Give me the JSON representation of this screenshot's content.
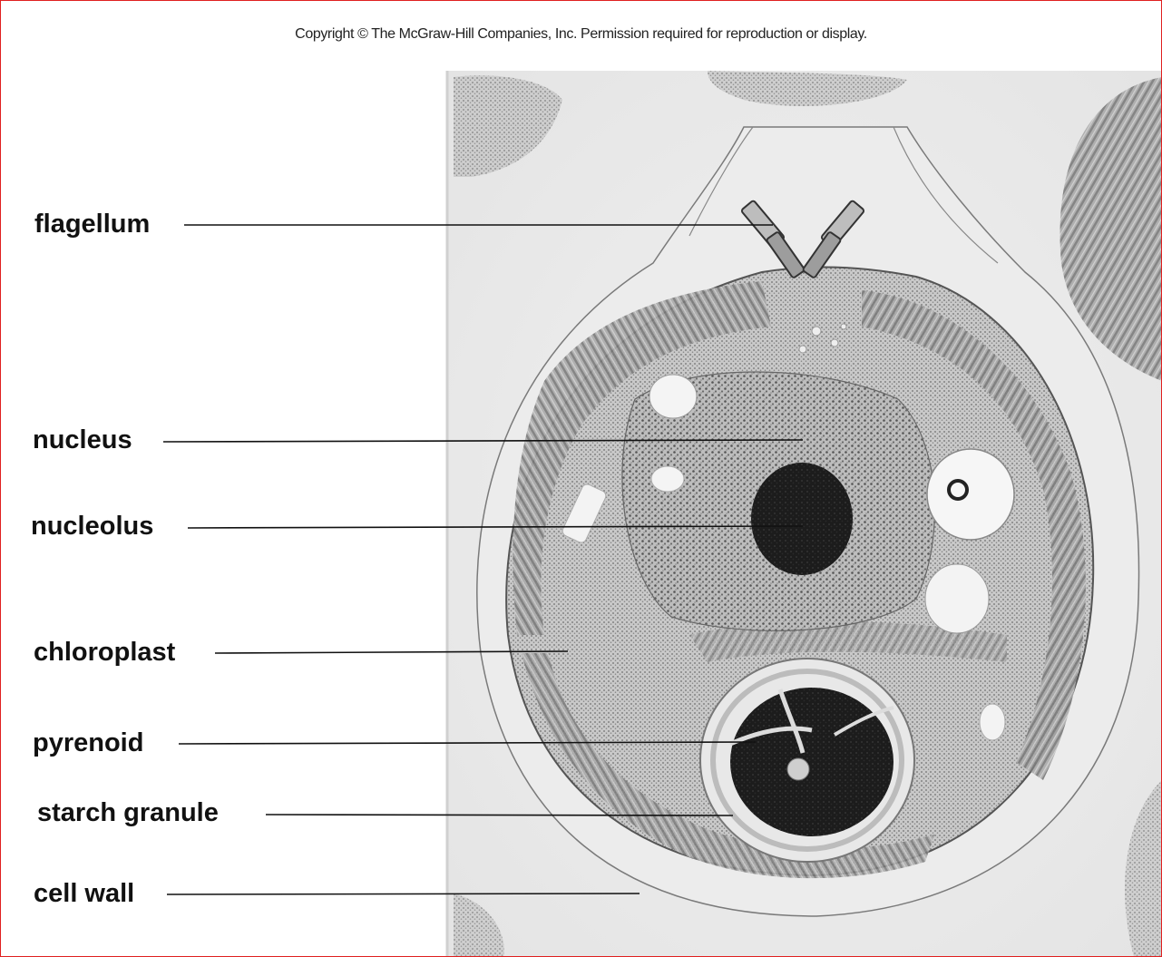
{
  "copyright": "Copyright © The McGraw-Hill Companies, Inc. Permission required for reproduction or display.",
  "labels": [
    {
      "id": "flagellum",
      "text": "flagellum"
    },
    {
      "id": "nucleus",
      "text": "nucleus"
    },
    {
      "id": "nucleolus",
      "text": "nucleolus"
    },
    {
      "id": "chloroplast",
      "text": "chloroplast"
    },
    {
      "id": "pyrenoid",
      "text": "pyrenoid"
    },
    {
      "id": "starch-granule",
      "text": "starch granule"
    },
    {
      "id": "cell-wall",
      "text": "cell wall"
    }
  ],
  "colors": {
    "frame": "#e02020",
    "leader_line": "#111111",
    "background": "#ffffff"
  }
}
